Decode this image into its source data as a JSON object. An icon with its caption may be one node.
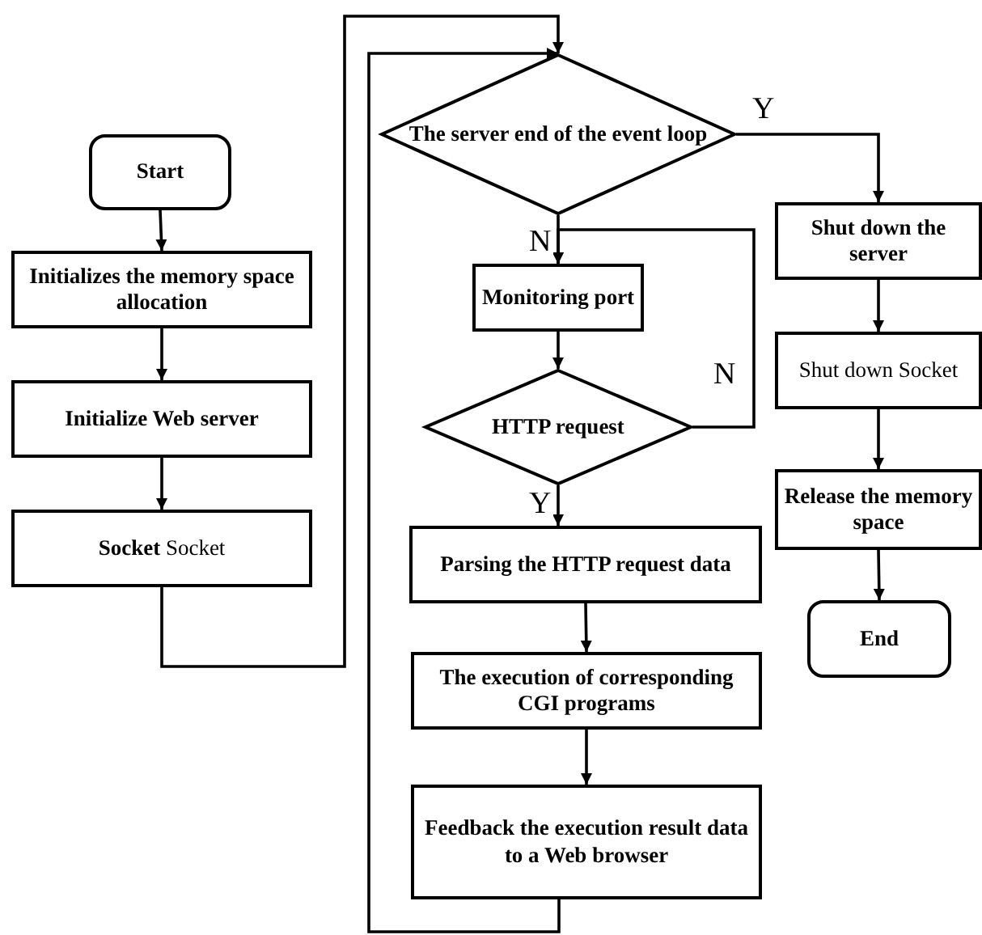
{
  "diagram": {
    "nodes": [
      {
        "text": [
          "Start"
        ]
      },
      {
        "text": [
          "Initializes the memory space allocation"
        ]
      },
      {
        "text": [
          "Initialize Web server"
        ]
      },
      {
        "text": [
          "**Socket** Socket"
        ]
      },
      {
        "text": [
          "The server end of the event loop"
        ]
      },
      {
        "text": [
          "Monitoring port"
        ]
      },
      {
        "text": [
          "HTTP request"
        ]
      },
      {
        "text": [
          "Parsing the HTTP request data"
        ]
      },
      {
        "text": [
          "The execution of corresponding CGI programs"
        ]
      },
      {
        "text": [
          "Feedback the execution result data to a Web browser"
        ]
      },
      {
        "text": [
          "Shut down the server"
        ]
      },
      {
        "text": [
          "Shut down Socket"
        ]
      },
      {
        "text": [
          "Release the memory space"
        ]
      },
      {
        "text": [
          "End"
        ]
      }
    ],
    "edges": [
      {
        "from": 0,
        "to": 1,
        "arrow": "to"
      },
      {
        "from": 1,
        "to": 2,
        "arrow": "to"
      },
      {
        "from": 2,
        "to": 3,
        "arrow": "to"
      },
      {
        "from": 3,
        "to": 4,
        "arrow": "to"
      },
      {
        "from": 4,
        "to": 10,
        "arrow": "to",
        "label": "Y"
      },
      {
        "from": 4,
        "to": 5,
        "arrow": "to",
        "label": "N"
      },
      {
        "from": 5,
        "to": 6,
        "arrow": "to"
      },
      {
        "from": 6,
        "to": 5,
        "arrow": "to",
        "label": "N"
      },
      {
        "from": 6,
        "to": 7,
        "arrow": "to",
        "label": "Y"
      },
      {
        "from": 7,
        "to": 8,
        "arrow": "to"
      },
      {
        "from": 8,
        "to": 9,
        "arrow": "to"
      },
      {
        "from": 9,
        "to": 4,
        "arrow": "to"
      },
      {
        "from": 10,
        "to": 11,
        "arrow": "to"
      },
      {
        "from": 11,
        "to": 12,
        "arrow": "to"
      },
      {
        "from": 12,
        "to": 13,
        "arrow": "to"
      }
    ]
  }
}
